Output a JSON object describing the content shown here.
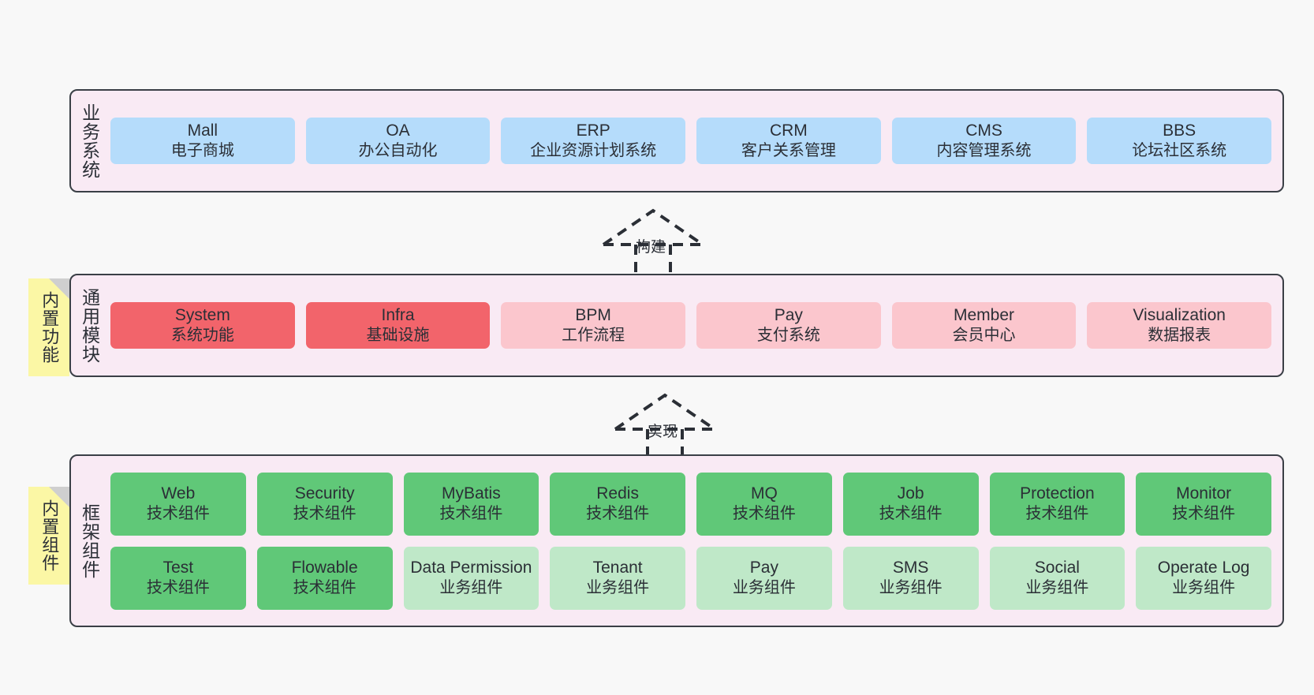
{
  "diagram": {
    "title_colors": {
      "panel_bg": "#f9eaf4",
      "panel_border": "#3a3f46",
      "blue": "#b5dcfb",
      "red": "#f2646b",
      "pink": "#fbc6cd",
      "green": "#60c878",
      "light_green": "#bfe8c8",
      "note_yellow": "#fbf7a5",
      "note_fold": "#cfcfcf",
      "canvas_bg": "#f8f8f8"
    },
    "sections": [
      {
        "key": "business",
        "label": "业务系统",
        "note": null,
        "rows": [
          {
            "cells": [
              {
                "en": "Mall",
                "cn": "电子商城",
                "style": "c-blue"
              },
              {
                "en": "OA",
                "cn": "办公自动化",
                "style": "c-blue"
              },
              {
                "en": "ERP",
                "cn": "企业资源计划系统",
                "style": "c-blue"
              },
              {
                "en": "CRM",
                "cn": "客户关系管理",
                "style": "c-blue"
              },
              {
                "en": "CMS",
                "cn": "内容管理系统",
                "style": "c-blue"
              },
              {
                "en": "BBS",
                "cn": "论坛社区系统",
                "style": "c-blue"
              }
            ]
          }
        ]
      },
      {
        "key": "common",
        "label": "通用模块",
        "note": "内置功能",
        "rows": [
          {
            "cells": [
              {
                "en": "System",
                "cn": "系统功能",
                "style": "c-red"
              },
              {
                "en": "Infra",
                "cn": "基础设施",
                "style": "c-red"
              },
              {
                "en": "BPM",
                "cn": "工作流程",
                "style": "c-pink"
              },
              {
                "en": "Pay",
                "cn": "支付系统",
                "style": "c-pink"
              },
              {
                "en": "Member",
                "cn": "会员中心",
                "style": "c-pink"
              },
              {
                "en": "Visualization",
                "cn": "数据报表",
                "style": "c-pink"
              }
            ]
          }
        ]
      },
      {
        "key": "framework",
        "label": "框架组件",
        "note": "内置组件",
        "rows": [
          {
            "cells": [
              {
                "en": "Web",
                "cn": "技术组件",
                "style": "c-green"
              },
              {
                "en": "Security",
                "cn": "技术组件",
                "style": "c-green"
              },
              {
                "en": "MyBatis",
                "cn": "技术组件",
                "style": "c-green"
              },
              {
                "en": "Redis",
                "cn": "技术组件",
                "style": "c-green"
              },
              {
                "en": "MQ",
                "cn": "技术组件",
                "style": "c-green"
              },
              {
                "en": "Job",
                "cn": "技术组件",
                "style": "c-green"
              },
              {
                "en": "Protection",
                "cn": "技术组件",
                "style": "c-green"
              },
              {
                "en": "Monitor",
                "cn": "技术组件",
                "style": "c-green"
              }
            ]
          },
          {
            "cells": [
              {
                "en": "Test",
                "cn": "技术组件",
                "style": "c-green"
              },
              {
                "en": "Flowable",
                "cn": "技术组件",
                "style": "c-green"
              },
              {
                "en": "Data Permission",
                "cn": "业务组件",
                "style": "c-lightgreen"
              },
              {
                "en": "Tenant",
                "cn": "业务组件",
                "style": "c-lightgreen"
              },
              {
                "en": "Pay",
                "cn": "业务组件",
                "style": "c-lightgreen"
              },
              {
                "en": "SMS",
                "cn": "业务组件",
                "style": "c-lightgreen"
              },
              {
                "en": "Social",
                "cn": "业务组件",
                "style": "c-lightgreen"
              },
              {
                "en": "Operate Log",
                "cn": "业务组件",
                "style": "c-lightgreen"
              }
            ]
          }
        ]
      }
    ],
    "connectors": [
      {
        "key": "build",
        "label": "构建"
      },
      {
        "key": "implement",
        "label": "实现"
      }
    ]
  }
}
